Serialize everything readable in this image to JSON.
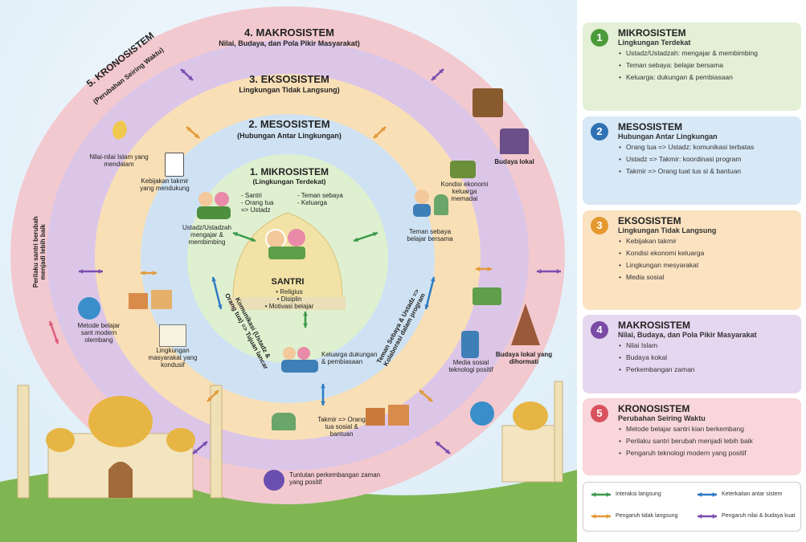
{
  "diagram": {
    "ring5": {
      "title": "5. KRONOSISTEM",
      "subtitle": "(Perubahan Seiring Waktu)"
    },
    "ring4": {
      "title": "4. MAKROSISTEM",
      "subtitle": "Nilai, Budaya, dan Pola Pikir Masyarakat)"
    },
    "ring3": {
      "title": "3. EKSOSISTEM",
      "subtitle": "Lingkungan Tidak Langsung)"
    },
    "ring2": {
      "title": "2. MESOSISTEM",
      "subtitle": "(Hubungan Antar Lingkungan)"
    },
    "ring1": {
      "title": "1. MIKROSISTEM",
      "subtitle": "(Lingkungan Terdekat)"
    },
    "center": {
      "title": "SANTRI",
      "items": [
        "• Religius",
        "• Disiplin",
        "• Motivasi belajar"
      ]
    },
    "micro_left_list": [
      "- Santri",
      "- Orang tua",
      "=> Ustadz"
    ],
    "micro_right_list": [
      "- Teman sebaya",
      "- Keluarga"
    ],
    "micro_labels": {
      "ustadz": "Ustadz/Ustadzah mengajar & membimbing",
      "teman": "Teman sebaya belajar bersama",
      "keluarga": "Keluarga dukungan & pembiasaan"
    },
    "meso_labels": {
      "left_curve": "Komunikasi (Ustadz & Orang tua) => Tujuan lancar",
      "right_curve": "Teman Sebaya & Ustadz => Kolaborasi dalam program",
      "takmir": "Takmir => Orang tua sosial & bantuan"
    },
    "exo_labels": {
      "kebijakan": "Kebijakan takmir yang mendukung",
      "ekonomi": "Kondisi ekonomi keluarga memadai",
      "lingkungan": "Lingkungan masyarakat yang kondusif",
      "media": "Media sosial teknologi positif"
    },
    "macro_labels": {
      "nilai": "Nilai-nilai Islam yang mendalam",
      "budaya": "Budaya lokal",
      "budaya_hormat": "Budaya lokal yang dihormati",
      "tuntutan": "Tuntutan perkembangan zaman yang positif"
    },
    "krono_labels": {
      "perilaku": "Perilaku santri berubah menjadi lebih baik",
      "metode": "Metode belajar sant modern olembang"
    }
  },
  "panels": [
    {
      "num": "1",
      "title": "MIKROSISTEM",
      "subtitle": "Lingkungan Terdekat",
      "items": [
        "Ustadz/Ustadzah: mengajar & membimbing",
        "Teman sebaya: belajar bersama",
        "Keluarga: dukungan & pembiasaan"
      ]
    },
    {
      "num": "2",
      "title": "MESOSISTEM",
      "subtitle": "Hubungan Antar Lingkungan",
      "items": [
        "Orang tua => Ustadz: komunikasi terbatas",
        "Ustadz => Takmir: koordinasi program",
        "Takmir => Orang tuat tus si & bantuan"
      ]
    },
    {
      "num": "3",
      "title": "EKSOSISTEM",
      "subtitle": "Lingkungan Tidak Langsung",
      "items": [
        "Kebijakan takmir",
        "Kondisi ekonomi keluarga",
        "Lingkungan mesyarakat",
        "Media sosial"
      ]
    },
    {
      "num": "4",
      "title": "MAKROSISTEM",
      "subtitle": "Nilai, Budaya, dan Pola Pikir Masyarakat",
      "items": [
        "Nilai Islam",
        "Budaya kokal",
        "Perkembangan zaman"
      ]
    },
    {
      "num": "5",
      "title": "KRONOSISTEM",
      "subtitle": "Perubahan Seiring Waktu",
      "items": [
        "Metode belajar santri kian berkembang",
        "Perilaku santri berubah menjadi lebih baik",
        "Pengaruh teknologi modern yang positif"
      ]
    }
  ],
  "legend": {
    "l1": "Interaksi langsung",
    "l2": "Keterkaitan antar sistem",
    "l3": "Pengaruh tidak langsung",
    "l4": "Pengaruh nilai & budaya kuat"
  },
  "colors": {
    "ring5": "#f2c9cf",
    "ring4": "#dcc6e8",
    "ring3": "#f9dfb6",
    "ring2": "#cfe2f3",
    "ring1": "#dff0d0",
    "p1": "#e3f0d6",
    "n1": "#4a9a3a",
    "p2": "#d7e8f6",
    "n2": "#2f72b4",
    "p3": "#fbe3c2",
    "n3": "#e5982e",
    "p4": "#e6d7f0",
    "n4": "#7a4aa6",
    "p5": "#f8d6da",
    "n5": "#d9535f",
    "arrow_green": "#3a9a4a",
    "arrow_blue": "#2e7bc3",
    "arrow_orange": "#e39a3a",
    "arrow_purple": "#7b4fb0"
  }
}
